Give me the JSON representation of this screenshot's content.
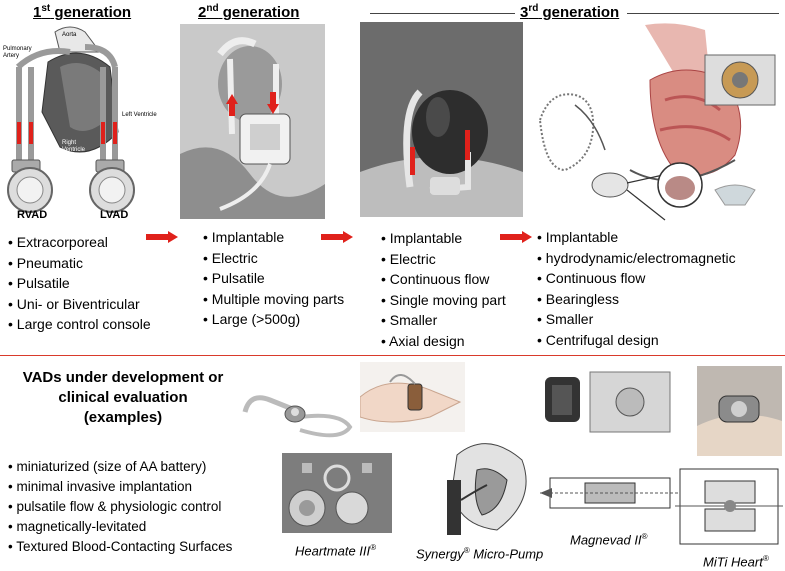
{
  "generations": [
    {
      "num": "1",
      "sup": "st",
      "word": " generation"
    },
    {
      "num": "2",
      "sup": "nd",
      "word": " generation"
    },
    {
      "num": "3",
      "sup": "rd",
      "word": " generation"
    }
  ],
  "gen1_labels": {
    "aorta": "Aorta",
    "pulmonary_artery": "Pulmonary Artery",
    "left_ventricle": "Left Ventricle",
    "right_ventricle": "Right Ventricle",
    "rvad": "RVAD",
    "lvad": "LVAD"
  },
  "lists": {
    "gen1": [
      "Extracorporeal",
      "Pneumatic",
      "Pulsatile",
      "Uni- or Biventricular",
      "Large control console"
    ],
    "gen2": [
      "Implantable",
      "Electric",
      "Pulsatile",
      "Multiple moving parts",
      "Large (>500g)"
    ],
    "gen3a": [
      "Implantable",
      "Electric",
      "Continuous flow",
      "Single moving part",
      "Smaller",
      "Axial design"
    ],
    "gen3b": [
      "Implantable",
      " hydrodynamic/electromagnetic",
      "Continuous flow",
      "Bearingless",
      "Smaller",
      "Centrifugal design"
    ]
  },
  "development": {
    "title_line1": "VADs under development or",
    "title_line2": "clinical evaluation",
    "title_line3": "(examples)",
    "items": [
      "miniaturized (size of AA battery)",
      "minimal invasive implantation",
      "pulsatile flow & physiologic control",
      "magnetically-levitated",
      "Textured Blood-Contacting Surfaces"
    ]
  },
  "captions": {
    "heartmate": {
      "text": "Heartmate III",
      "mark": "®"
    },
    "synergy": {
      "text1": "Synergy",
      "mark1": "®",
      "text2": " Micro-Pump"
    },
    "magnevad": {
      "text": "Magnevad II",
      "mark": "®"
    },
    "miti": {
      "text": "MiTi Heart",
      "mark": "®"
    }
  },
  "colors": {
    "accent_red": "#e0211b",
    "divider_red": "#d93a2b"
  }
}
